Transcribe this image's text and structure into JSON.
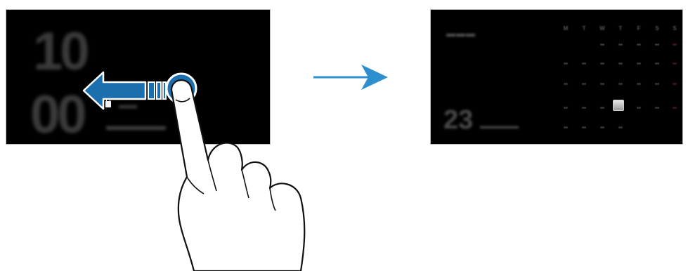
{
  "left_screen": {
    "clock_hours": "10",
    "clock_minutes": "00",
    "icon": "lock-icon"
  },
  "right_screen": {
    "weekday_headers": [
      "M",
      "T",
      "W",
      "T",
      "F",
      "S",
      "S"
    ],
    "today_marker_color": "#d8d8d8",
    "sunday_color": "#7a2a2a",
    "day_number": "23"
  },
  "gesture": {
    "swipe_direction": "left",
    "swipe_arrow_color": "#1b6fae",
    "transition_arrow_color": "#2d8fd0",
    "icons": [
      "swipe-left-arrow-icon",
      "hand-pointer-icon",
      "right-arrow-icon"
    ]
  }
}
